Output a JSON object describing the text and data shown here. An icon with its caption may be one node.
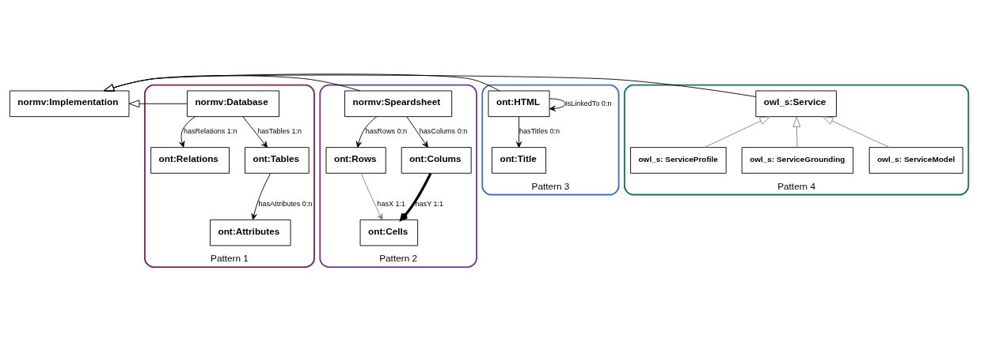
{
  "diagram": {
    "nodes": [
      {
        "text": [
          "normv:Implementation"
        ]
      },
      {
        "text": [
          "Pattern 1"
        ]
      },
      {
        "text": [
          "normv:Database"
        ],
        "in": 1
      },
      {
        "text": [
          "ont:Relations"
        ],
        "in": 1
      },
      {
        "text": [
          "ont:Tables"
        ],
        "in": 1
      },
      {
        "text": [
          "ont:Attributes"
        ],
        "in": 1
      },
      {
        "text": [
          "Pattern 2"
        ]
      },
      {
        "text": [
          "normv:Speardsheet"
        ],
        "in": 6
      },
      {
        "text": [
          "ont:Rows"
        ],
        "in": 6
      },
      {
        "text": [
          "ont:Colums"
        ],
        "in": 6
      },
      {
        "text": [
          "ont:Cells"
        ],
        "in": 6
      },
      {
        "text": [
          "Pattern 3"
        ]
      },
      {
        "text": [
          "ont:HTML"
        ],
        "in": 11
      },
      {
        "text": [
          "ont:Title"
        ],
        "in": 11
      },
      {
        "text": [
          "Pattern 4"
        ]
      },
      {
        "text": [
          "owl_s:Service"
        ],
        "in": 14
      },
      {
        "text": [
          "owl_s: ServiceProfile"
        ],
        "in": 14
      },
      {
        "text": [
          "owl_s: ServiceGrounding"
        ],
        "in": 14
      },
      {
        "text": [
          "owl_s: ServiceModel"
        ],
        "in": 14
      }
    ],
    "edges": [
      {
        "from": 2,
        "to": 0,
        "arrow": "to"
      },
      {
        "from": 7,
        "to": 0,
        "arrow": "to"
      },
      {
        "from": 12,
        "to": 0,
        "arrow": "to"
      },
      {
        "from": 15,
        "to": 0,
        "arrow": "to"
      },
      {
        "from": 2,
        "to": 3,
        "arrow": "to",
        "label": "hasRelations 1:n"
      },
      {
        "from": 2,
        "to": 4,
        "arrow": "to",
        "label": "hasTables 1:n"
      },
      {
        "from": 4,
        "to": 5,
        "arrow": "to",
        "label": "hasAttributes 0:n"
      },
      {
        "from": 7,
        "to": 8,
        "arrow": "to",
        "label": "hasRows 0:n"
      },
      {
        "from": 7,
        "to": 9,
        "arrow": "to",
        "label": "hasColums 0:n"
      },
      {
        "from": 8,
        "to": 10,
        "arrow": "to",
        "label": "hasX 1:1",
        "color": "#808080"
      },
      {
        "from": 9,
        "to": 10,
        "arrow": "to",
        "label": "hasY 1:1",
        "style": "thick"
      },
      {
        "from": 12,
        "to": 12,
        "arrow": "to",
        "label": "IsLinkedTo 0:n"
      },
      {
        "from": 12,
        "to": 13,
        "arrow": "to",
        "label": "hasTitles 0:n"
      },
      {
        "from": 16,
        "to": 15,
        "arrow": "to",
        "color": "#808080"
      },
      {
        "from": 17,
        "to": 15,
        "arrow": "to",
        "color": "#808080"
      },
      {
        "from": 18,
        "to": 15,
        "arrow": "to",
        "color": "#808080"
      }
    ]
  }
}
